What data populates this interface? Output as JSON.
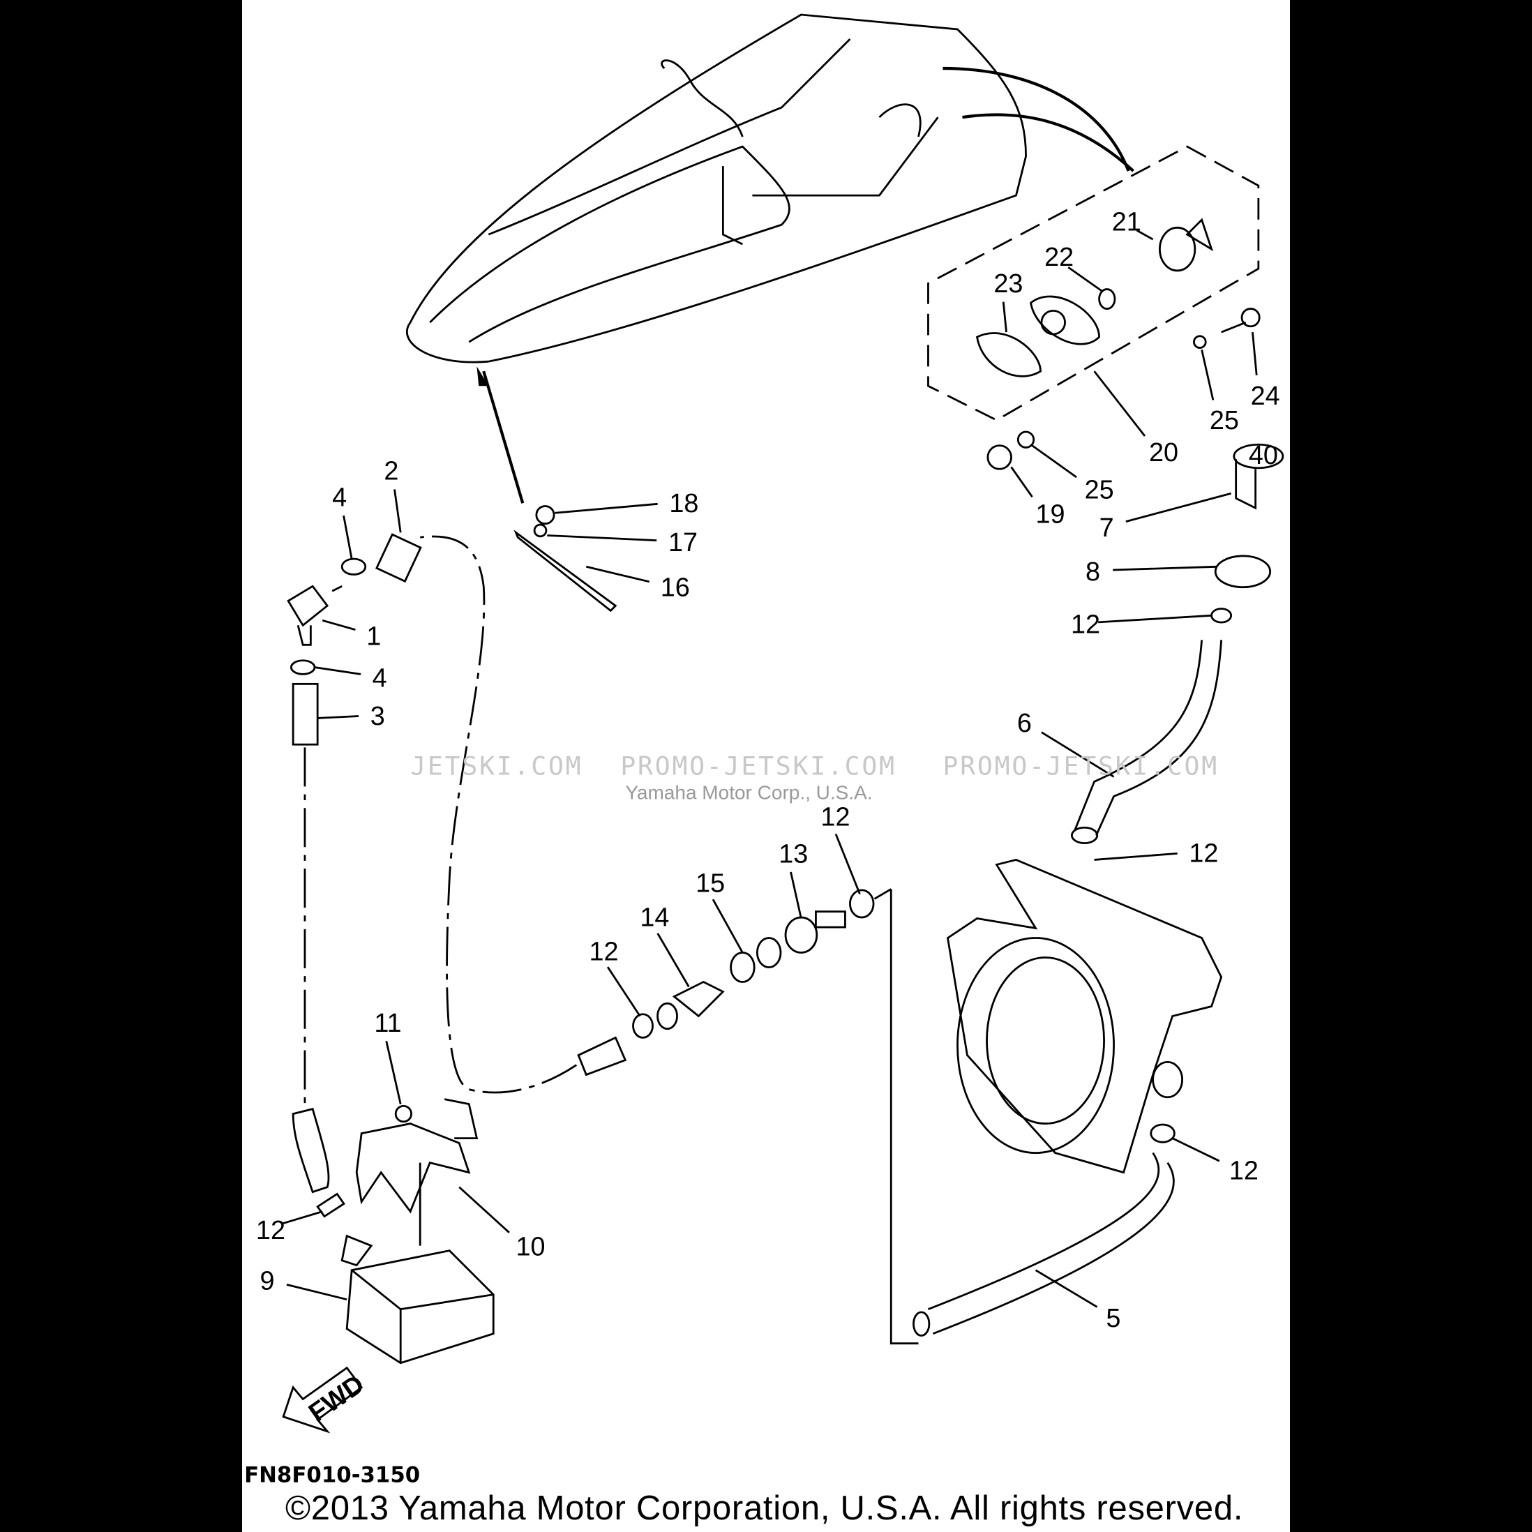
{
  "diagram": {
    "title_code": "FN8F010-3150",
    "copyright": "©2013 Yamaha Motor Corporation, U.S.A. All rights reserved.",
    "watermark_left": "JETSKI.COM",
    "watermark_right": "PROMO-JETSKI.COM",
    "watermark_center": "Yamaha Motor Corp., U.S.A.",
    "fwd_label": "FWD",
    "cap_label": "40",
    "callouts": [
      "1",
      "2",
      "3",
      "4",
      "4",
      "5",
      "6",
      "7",
      "8",
      "9",
      "10",
      "11",
      "12",
      "12",
      "12",
      "12",
      "12",
      "12",
      "13",
      "14",
      "15",
      "16",
      "17",
      "18",
      "19",
      "20",
      "21",
      "22",
      "23",
      "24",
      "25",
      "25"
    ]
  }
}
